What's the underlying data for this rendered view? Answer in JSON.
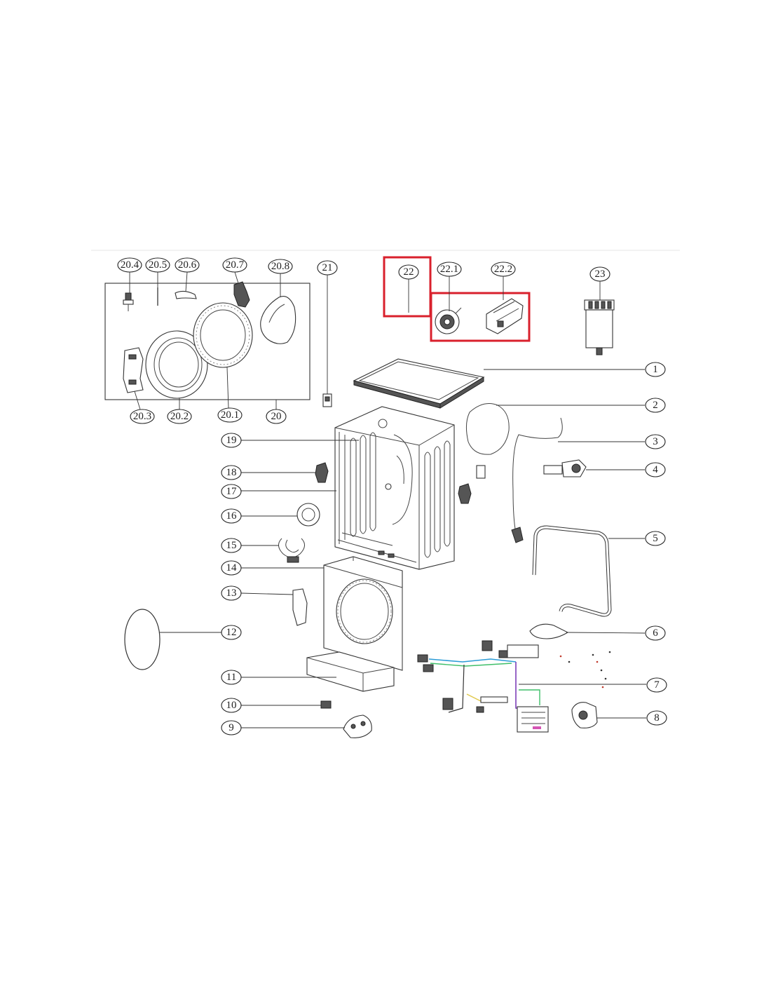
{
  "diagram": {
    "labels": {
      "l20_4": "20.4",
      "l20_5": "20.5",
      "l20_6": "20.6",
      "l20_7": "20.7",
      "l20_8": "20.8",
      "l20_3": "20.3",
      "l20_2": "20.2",
      "l20_1": "20.1",
      "l20": "20",
      "l21": "21",
      "l22": "22",
      "l22_1": "22.1",
      "l22_2": "22.2",
      "l23": "23",
      "l1": "1",
      "l2": "2",
      "l3": "3",
      "l4": "4",
      "l5": "5",
      "l6": "6",
      "l7": "7",
      "l8": "8",
      "l9": "9",
      "l10": "10",
      "l11": "11",
      "l12": "12",
      "l13": "13",
      "l14": "14",
      "l15": "15",
      "l16": "16",
      "l17": "17",
      "l18": "18",
      "l19": "19"
    },
    "highlight_color": "#d9202c"
  }
}
